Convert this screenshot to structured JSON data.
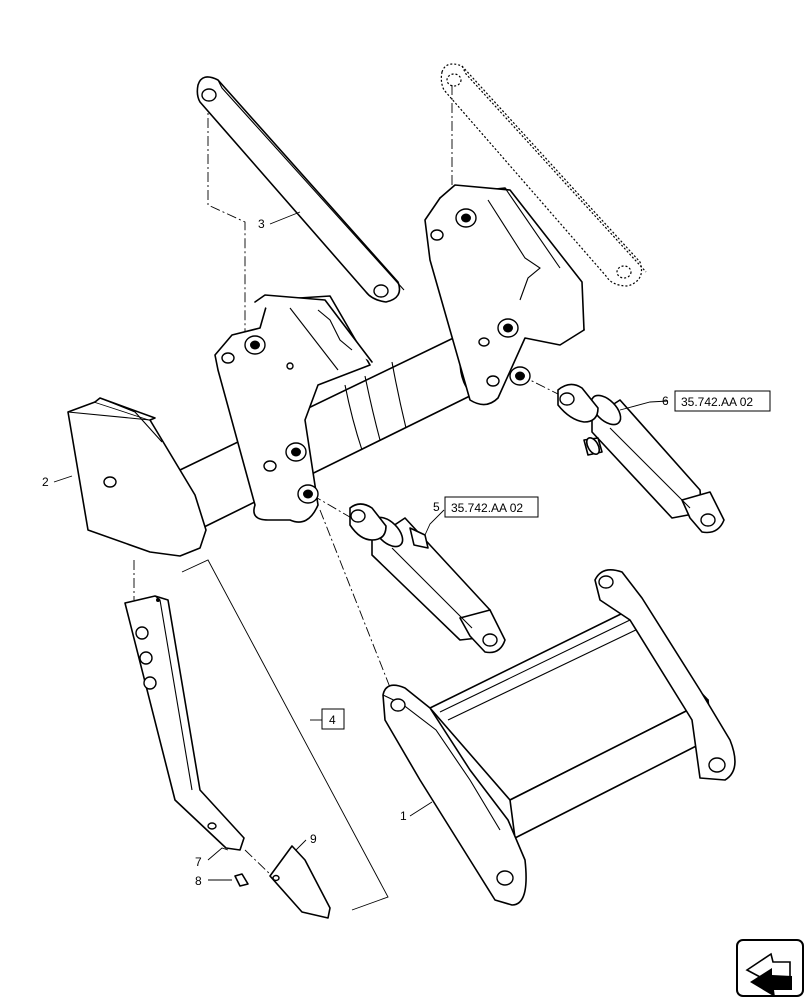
{
  "callouts": {
    "c1": "1",
    "c2": "2",
    "c3": "3",
    "c4": "4",
    "c5": "5",
    "c6": "6",
    "c7": "7",
    "c8": "8",
    "c9": "9"
  },
  "references": {
    "ref5": "35.742.AA 02",
    "ref6": "35.742.AA 02"
  },
  "nav_icon": "next-page-arrow-icon",
  "colors": {
    "line": "#000000",
    "background": "#ffffff"
  }
}
